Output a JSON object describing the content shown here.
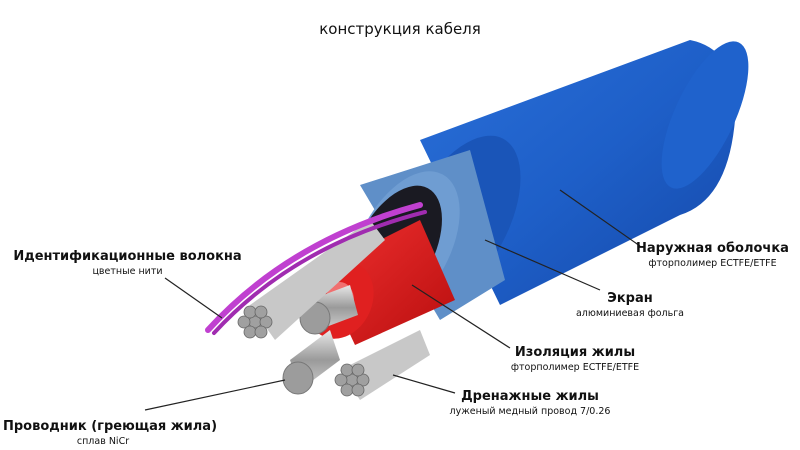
{
  "title": "конструкция кабеля",
  "colors": {
    "jacket": "#1e5fc8",
    "jacket_dark": "#164aa0",
    "screen": "#5f8fc8",
    "insulation": "#e01818",
    "fibers": "#c040d0",
    "conductor": "#b0b0b0",
    "leader_line": "#222222"
  },
  "labels": [
    {
      "id": "fibers",
      "main": "Идентификационные волокна",
      "sub": "цветные нити"
    },
    {
      "id": "jacket",
      "main": "Наружная оболочка",
      "sub": "фторполимер ECTFE/ETFE"
    },
    {
      "id": "screen",
      "main": "Экран",
      "sub": "алюминиевая фольга"
    },
    {
      "id": "insulation",
      "main": "Изоляция жилы",
      "sub": "фторполимер ECTFE/ETFE"
    },
    {
      "id": "drain",
      "main": "Дренажные жилы",
      "sub": "луженый медный провод 7/0.26"
    },
    {
      "id": "conductor",
      "main": "Проводник (греющая жила)",
      "sub": "сплав NiCr"
    }
  ]
}
